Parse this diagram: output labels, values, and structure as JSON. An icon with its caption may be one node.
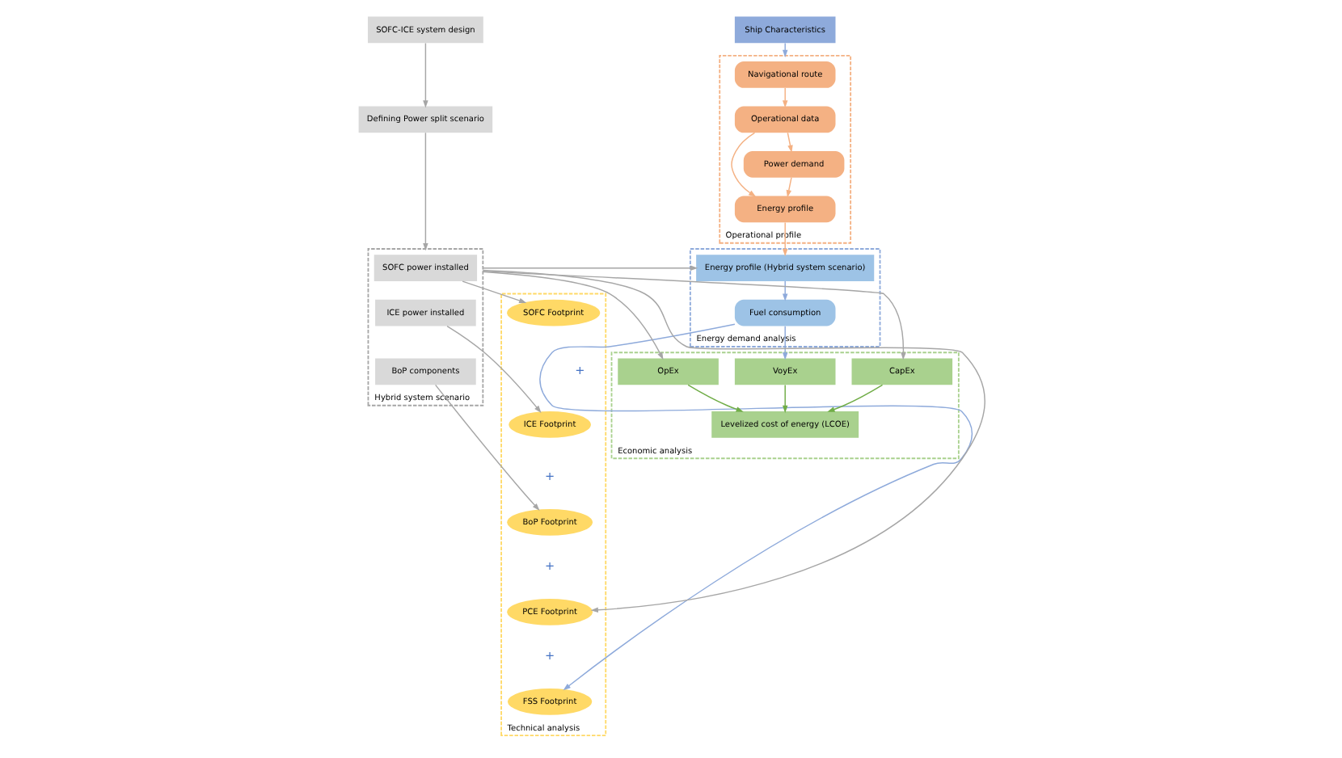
{
  "diagram": {
    "nodes": [
      {
        "text": [
          "Ship Characteristics"
        ]
      },
      {
        "text": [
          "Operational profile"
        ]
      },
      {
        "text": [
          "Navigational route"
        ],
        "in": 1
      },
      {
        "text": [
          "Operational data"
        ],
        "in": 1
      },
      {
        "text": [
          "Power demand"
        ],
        "in": 1
      },
      {
        "text": [
          "Energy profile"
        ],
        "in": 1
      },
      {
        "text": [
          "Energy demand analysis"
        ]
      },
      {
        "text": [
          "Fuel consumption"
        ],
        "in": 6
      },
      {
        "text": [
          "Energy profile (Hybrid system scenario)"
        ],
        "in": 6
      },
      {
        "text": [
          "SOFC-ICE system design"
        ]
      },
      {
        "text": [
          "Defining Power split scenario"
        ]
      },
      {
        "text": [
          "Hybrid system scenario"
        ]
      },
      {
        "text": [
          "SOFC power installed"
        ],
        "in": 11
      },
      {
        "text": [
          "ICE power installed"
        ],
        "in": 11
      },
      {
        "text": [
          "BoP components"
        ],
        "in": 11
      },
      {
        "text": [
          "Technical analysis"
        ]
      },
      {
        "text": [
          "SOFC Footprint"
        ],
        "in": 15
      },
      {
        "text": [
          "ICE Footprint"
        ],
        "in": 15
      },
      {
        "text": [
          "BoP Footprint"
        ],
        "in": 15
      },
      {
        "text": [
          "PCE Footprint"
        ],
        "in": 15
      },
      {
        "text": [
          "FSS Footprint"
        ],
        "in": 15
      },
      {
        "text": [
          "Economic analysis"
        ]
      },
      {
        "text": [
          "VoyEx"
        ],
        "in": 21
      },
      {
        "text": [
          "OpEx"
        ],
        "in": 21
      },
      {
        "text": [
          "CapEx"
        ],
        "in": 21
      },
      {
        "text": [
          "Levelized cost of energy (LCOE)"
        ],
        "in": 21
      }
    ],
    "edges": [
      {
        "from": 0,
        "to": 1,
        "arrow": "to",
        "color": "#8eaadb"
      },
      {
        "from": 2,
        "to": 3,
        "arrow": "to",
        "color": "#f4b183"
      },
      {
        "from": 3,
        "to": 4,
        "arrow": "to",
        "color": "#f4b183"
      },
      {
        "from": 4,
        "to": 5,
        "arrow": "to",
        "color": "#f4b183"
      },
      {
        "from": 3,
        "to": 5,
        "arrow": "to",
        "color": "#f4b183"
      },
      {
        "from": 5,
        "to": 8,
        "arrow": "to",
        "color": "#f4b183"
      },
      {
        "from": 9,
        "to": 10,
        "arrow": "to"
      },
      {
        "from": 10,
        "to": 11,
        "arrow": "to"
      },
      {
        "from": 11,
        "to": 8,
        "arrow": "to"
      },
      {
        "from": 8,
        "to": 7,
        "arrow": "to",
        "color": "#8eaadb"
      },
      {
        "from": 12,
        "to": 16,
        "arrow": "to"
      },
      {
        "from": 13,
        "to": 17,
        "arrow": "to"
      },
      {
        "from": 14,
        "to": 18,
        "arrow": "to"
      },
      {
        "from": 11,
        "to": 19,
        "arrow": "to"
      },
      {
        "from": 11,
        "to": 23,
        "arrow": "to"
      },
      {
        "from": 11,
        "to": 24,
        "arrow": "to"
      },
      {
        "from": 7,
        "to": 22,
        "arrow": "to",
        "color": "#8eaadb"
      },
      {
        "from": 7,
        "to": 20,
        "arrow": "to",
        "color": "#8eaadb"
      },
      {
        "from": 22,
        "to": 25,
        "arrow": "to",
        "color": "#70ad47"
      },
      {
        "from": 23,
        "to": 25,
        "arrow": "to",
        "color": "#70ad47"
      },
      {
        "from": 24,
        "to": 25,
        "arrow": "to",
        "color": "#70ad47"
      }
    ],
    "labels": [
      "+",
      "+",
      "+",
      "+"
    ]
  }
}
